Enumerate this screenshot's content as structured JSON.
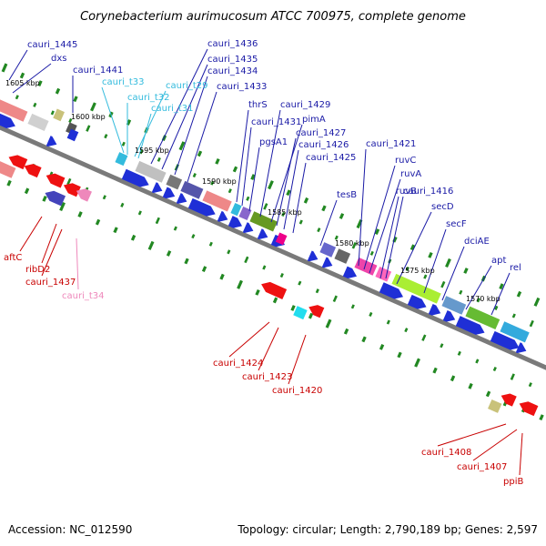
{
  "title": "Corynebacterium aurimucosum ATCC 700975, complete genome",
  "footer": {
    "accession": "Accession: NC_012590",
    "summary": "Topology: circular; Length: 2,790,189 bp; Genes: 2,597"
  },
  "kbp_labels": [
    "1605 kbp",
    "1600 kbp",
    "1595 kbp",
    "1590 kbp",
    "1585 kbp",
    "1580 kbp",
    "1575 kbp",
    "1570 kbp"
  ],
  "colors": {
    "forward_label": "#1a1aa6",
    "reverse_label": "#c80000",
    "trna_forward": "#33bbdd",
    "trna_reverse": "#ee88bb",
    "backbone": "#7a7a7a",
    "tick": "#228822"
  },
  "forward_labels": [
    "cauri_1445",
    "dxs",
    "cauri_1441",
    "cauri_t33",
    "cauri_t32",
    "cauri_t29",
    "cauri_t31",
    "cauri_1436",
    "cauri_1435",
    "cauri_1434",
    "cauri_1433",
    "thrS",
    "cauri_1431",
    "pgsA1",
    "cauri_1429",
    "pimA",
    "cauri_1427",
    "cauri_1426",
    "cauri_1425",
    "tesB",
    "cauri_1421",
    "ruvC",
    "ruvA",
    "ruvB",
    "cauri_1416",
    "secD",
    "secF",
    "dciAE",
    "apt",
    "rel"
  ],
  "reverse_labels": [
    "aftC",
    "ribD2",
    "cauri_1437",
    "cauri_t34",
    "cauri_1424",
    "cauri_1423",
    "cauri_1420",
    "cauri_1408",
    "cauri_1407",
    "ppiB"
  ]
}
